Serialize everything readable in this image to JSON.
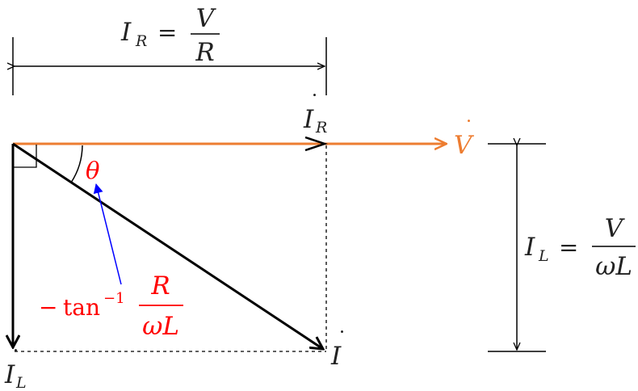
{
  "colors": {
    "ink": "#000000",
    "voltage": "#ed7d31",
    "annotation": "#ff0000",
    "pointer": "#0000ff"
  },
  "labels": {
    "ir_top": {
      "lhs": "I",
      "sub": "R",
      "eq": "=",
      "num": "V",
      "den": "R"
    },
    "ir_vec": {
      "sym": "I",
      "dot": "˙",
      "sub": "R"
    },
    "v_vec": {
      "sym": "V",
      "dot": "˙"
    },
    "theta": "θ",
    "il_side": {
      "lhs": "I",
      "sub": "L",
      "eq": "=",
      "num": "V",
      "den": "ωL"
    },
    "i_vec": {
      "sym": "I",
      "dot": "˙"
    },
    "il_vec": {
      "sym": "I",
      "dot": "˙",
      "sub": "L"
    },
    "phase": {
      "minus": "−",
      "fn": "tan",
      "sup": "−1",
      "num": "R",
      "den": "ωL"
    }
  }
}
